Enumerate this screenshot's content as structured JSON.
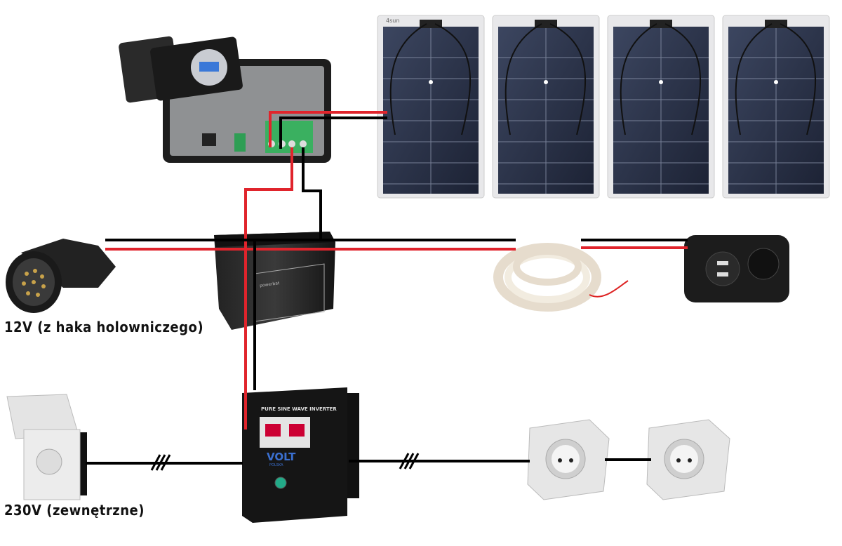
{
  "labels": {
    "tow_hitch": "12V (z haka holowniczego)",
    "external": "230V (zewnętrzne)"
  },
  "devices": {
    "inverter_header": "PURE SINE WAVE INVERTER",
    "inverter_brand": "VOLT",
    "inverter_brand_sub": "POLSKA",
    "solar_brand": "4sun",
    "battery_brand": "powerbat"
  },
  "colors": {
    "positive_wire": "#e0242c",
    "negative_wire": "#000000"
  }
}
